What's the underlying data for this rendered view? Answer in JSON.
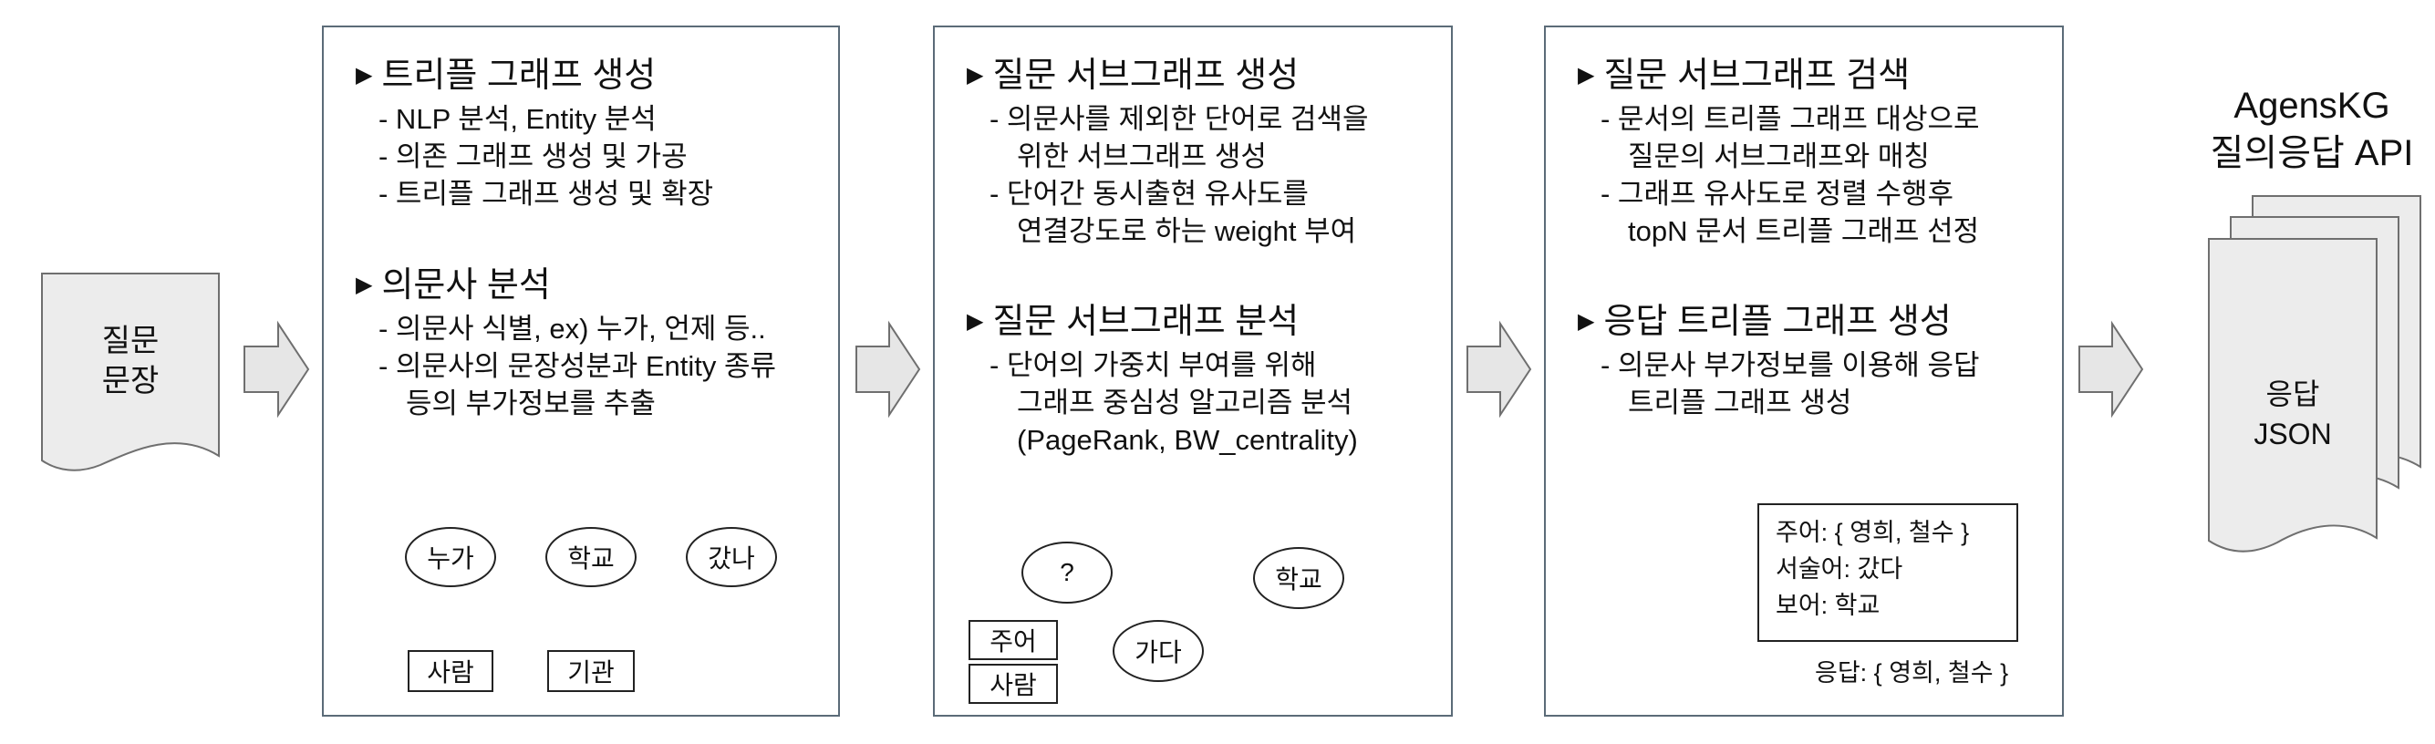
{
  "input_doc": {
    "line1": "질문",
    "line2": "문장"
  },
  "panel1": {
    "head1": "트리플 그래프 생성",
    "items1": [
      "- NLP 분석, Entity 분석",
      "- 의존 그래프 생성 및 가공",
      "- 트리플 그래프 생성 및 확장"
    ],
    "head2": "의문사 분석",
    "items2": [
      "- 의문사 식별, ex) 누가, 언제 등..",
      "- 의문사의 문장성분과 Entity 종류",
      "등의 부가정보를 추출"
    ],
    "nodes": [
      "누가",
      "학교",
      "갔나"
    ],
    "labels": [
      "사람",
      "기관"
    ]
  },
  "panel2": {
    "head1": "질문 서브그래프 생성",
    "items1": [
      "- 의문사를 제외한 단어로 검색을",
      "위한 서브그래프 생성",
      "- 단어간 동시출현 유사도를",
      "연결강도로 하는 weight 부여"
    ],
    "head2": "질문 서브그래프 분석",
    "items2": [
      "- 단어의 가중치 부여를 위해",
      "그래프 중심성 알고리즘 분석",
      "(PageRank, BW_centrality)"
    ],
    "nodes": [
      "?",
      "가다",
      "학교"
    ],
    "labels": [
      "주어",
      "사람"
    ]
  },
  "panel3": {
    "head1": "질문 서브그래프 검색",
    "items1": [
      "- 문서의 트리플 그래프 대상으로",
      "질문의 서브그래프와 매칭",
      "- 그래프 유사도로 정렬 수행후",
      "topN 문서 트리플 그래프 선정"
    ],
    "head2": "응답 트리플 그래프 생성",
    "items2": [
      "- 의문사 부가정보를 이용해 응답",
      "트리플 그래프 생성"
    ],
    "answer_lines": [
      "주어: { 영희, 철수 }",
      "서술어: 갔다",
      "보어: 학교"
    ],
    "answer_result": "응답: { 영희, 철수 }"
  },
  "output": {
    "title_line1": "AgensKG",
    "title_line2": "질의응답 API",
    "doc_line1": "응답",
    "doc_line2": "JSON"
  },
  "colors": {
    "border": "#5b6b78",
    "doc_fill": "#ececec",
    "arrow_fill": "#e6e6e6",
    "arrow_stroke": "#6f6f6f"
  }
}
